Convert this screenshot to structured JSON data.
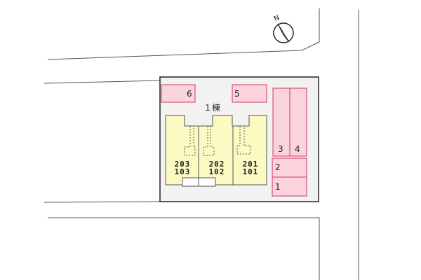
{
  "compass": {
    "letter": "N"
  },
  "building": {
    "name": "１棟"
  },
  "units": [
    {
      "top": "203",
      "bottom": "103"
    },
    {
      "top": "202",
      "bottom": "102"
    },
    {
      "top": "201",
      "bottom": "101"
    }
  ],
  "parking": [
    {
      "label": "6"
    },
    {
      "label": "5"
    },
    {
      "label": "3"
    },
    {
      "label": "4"
    },
    {
      "label": "2"
    },
    {
      "label": "1"
    }
  ],
  "colors": {
    "parking_fill": "#fbd3dd",
    "parking_stroke": "#d23a5a",
    "building_fill": "#fafac2",
    "lot_fill": "#f2f2f2",
    "road_line": "#555555"
  }
}
